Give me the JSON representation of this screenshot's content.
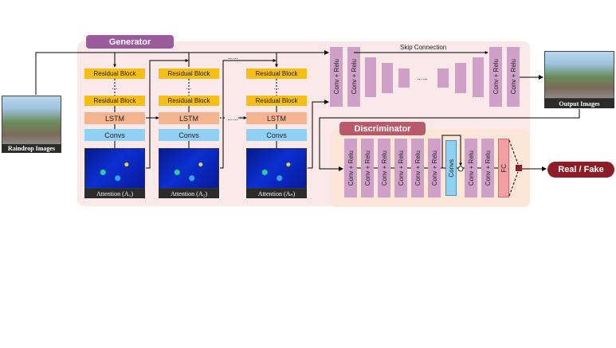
{
  "generator": {
    "title": "Generator",
    "stages": [
      {
        "residual_1": "Residual Block",
        "dots": "...",
        "residual_2": "Residual Block",
        "lstm": "LSTM",
        "convs": "Convs",
        "attention": "Attention (A₁)"
      },
      {
        "residual_1": "Residual Block",
        "dots": "...",
        "residual_2": "Residual Block",
        "lstm": "LSTM",
        "convs": "Convs",
        "attention": "Attention (A₂)"
      },
      {
        "residual_1": "Residual Block",
        "dots": "...",
        "residual_2": "Residual Block",
        "lstm": "LSTM",
        "convs": "Convs",
        "attention": "Attention (Aₙ)"
      }
    ],
    "between_dots": "......",
    "encoder_decoder": {
      "conv_relu": "Conv + Relu",
      "skip_connection": "Skip Connection",
      "dots": "......"
    }
  },
  "discriminator": {
    "title": "Discriminator",
    "conv_relu": "Conv + Relu",
    "convs": "Convs",
    "fc": "FC"
  },
  "input_label": "Raindrop Images",
  "output_label": "Output Images",
  "result_label": "Real / Fake",
  "colors": {
    "generator_title": "#9b5c9b",
    "discriminator_title": "#b85a6a",
    "residual": "#f7be16",
    "lstm": "#f3b48f",
    "convs": "#8fd0f4",
    "conv_relu": "#cfa0c8",
    "fc": "#f2a0a4",
    "result": "#8c1d27"
  }
}
